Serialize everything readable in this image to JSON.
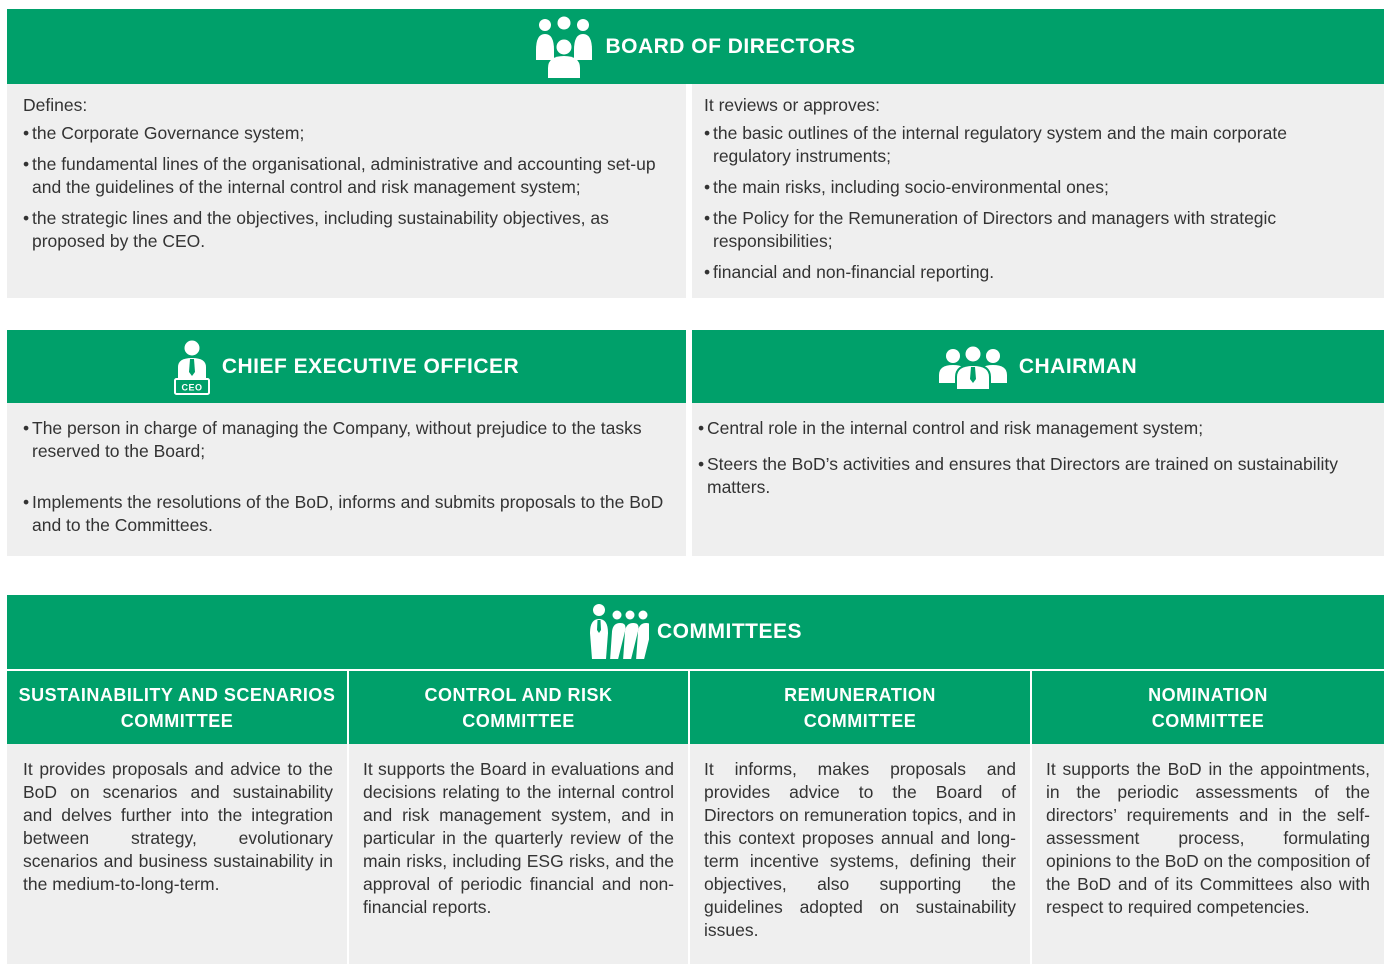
{
  "board": {
    "title": "BOARD OF DIRECTORS",
    "icon": "board-group-icon",
    "left_intro": "Defines:",
    "left_items": [
      "the Corporate Governance system;",
      "the fundamental lines of the organisational, administrative and accounting set-up and the guidelines of the internal control and risk management system;",
      "the strategic lines and the objectives, including sustainability objectives, as proposed by the CEO."
    ],
    "right_intro": "It reviews or approves:",
    "right_items": [
      "the basic outlines of the internal regulatory system and the main corporate regulatory instruments;",
      "the main risks, including socio-environmental ones;",
      "the Policy for the Remuneration of Directors and managers with strategic responsibilities;",
      "financial and non-financial reporting."
    ]
  },
  "ceo": {
    "title": "CHIEF EXECUTIVE OFFICER",
    "icon": "ceo-person-icon",
    "icon_label": "CEO",
    "items": [
      "The person in charge of managing the Company, without prejudice to the tasks reserved to the Board;",
      "Implements the resolutions of the BoD, informs and submits proposals to the BoD and to the Committees."
    ]
  },
  "chairman": {
    "title": "CHAIRMAN",
    "icon": "chairman-group-icon",
    "items": [
      "Central role in the internal control and risk management system;",
      "Steers the BoD’s activities and ensures that Directors are trained on sustainability matters."
    ]
  },
  "committees": {
    "title": "COMMITTEES",
    "icon": "committees-people-icon",
    "columns": [
      {
        "heading": "SUSTAINABILITY AND SCENARIOS\nCOMMITTEE",
        "text": "It provides proposals and advice to the BoD on scenarios and sustainability and delves further into the integration between strategy, evolutionary scenarios and business sustainability in the medium-to-long-term."
      },
      {
        "heading": "CONTROL AND RISK\nCOMMITTEE",
        "text": "It supports the Board in evaluations and decisions relating to the internal control and risk management system, and in particular in the quarterly review of the main risks, including ESG risks, and the approval of periodic financial and non-financial reports."
      },
      {
        "heading": "REMUNERATION\nCOMMITTEE",
        "text": "It informs, makes proposals and provides advice to the Board of Directors on remuneration topics, and in this context proposes annual and long-term incentive systems, defining their objectives, also supporting the guidelines adopted on sustainability issues."
      },
      {
        "heading": "NOMINATION\nCOMMITTEE",
        "text": "It supports the BoD in the appointments, in the periodic assessments of the directors’ requirements and in the self-assessment process, formulating opinions to the BoD on the composition of the BoD and of its Committees also with respect to required competencies."
      }
    ]
  },
  "colors": {
    "green": "#00a06a",
    "grey": "#efefef",
    "text": "#333333"
  }
}
